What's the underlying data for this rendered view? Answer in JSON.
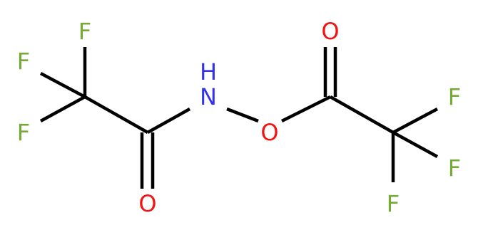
{
  "molecule": {
    "atoms": {
      "f1": "F",
      "f2": "F",
      "f3": "F",
      "n": "H\nN",
      "n_h": "H",
      "n_n": "N",
      "o_ester": "O",
      "o_carbonyl_left": "O",
      "o_carbonyl_right": "O",
      "f4": "F",
      "f5": "F",
      "f6": "F"
    },
    "colors": {
      "fluorine": "#76a935",
      "nitrogen": "#3232f0",
      "oxygen": "#f21313",
      "bond": "#000000"
    }
  }
}
